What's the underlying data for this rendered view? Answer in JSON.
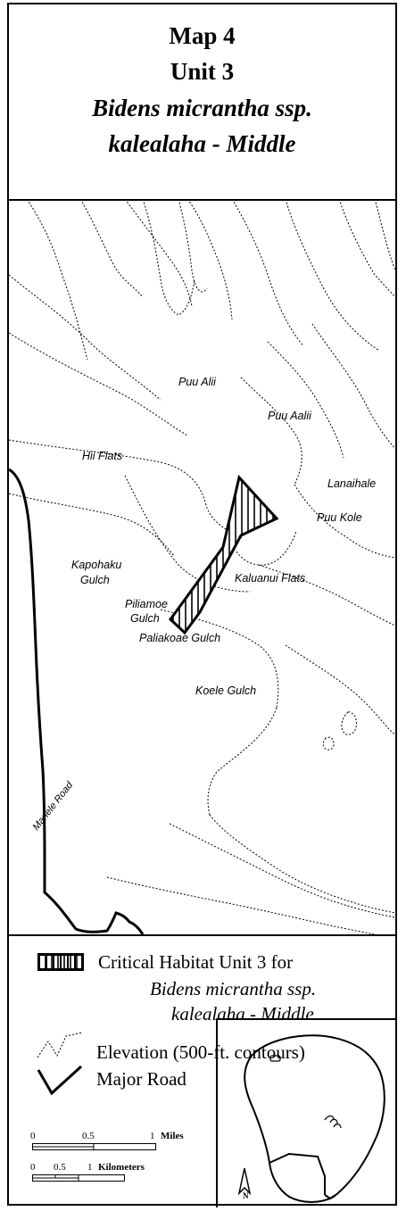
{
  "title": {
    "line1": "Map 4",
    "line2": "Unit 3",
    "line3": "Bidens micrantha ssp.",
    "line4": "kalealaha - Middle"
  },
  "places": {
    "puu_alii": "Puu Alii",
    "puu_aalii": "Puu Aalii",
    "hii_flats": "Hii Flats",
    "lanaihale": "Lanaihale",
    "puu_kole": "Puu Kole",
    "kapohaku_1": "Kapohaku",
    "kapohaku_2": "Gulch",
    "kaluanui_flats": "Kaluanui Flats",
    "piliamoe_1": "Piliamoe",
    "piliamoe_2": "Gulch",
    "paliakoae": "Paliakoae Gulch",
    "koele": "Koele Gulch",
    "manele_road": "Manele Road"
  },
  "legend": {
    "habitat_line1": "Critical Habitat Unit 3 for",
    "habitat_line2": "Bidens micrantha ssp.",
    "habitat_line3": "kalealaha - Middle",
    "elevation": "Elevation (500-ft. contours)",
    "road": "Major Road"
  },
  "scale": {
    "miles_ticks": [
      "0",
      "0.5",
      "1"
    ],
    "miles_unit": "Miles",
    "km_ticks": [
      "0",
      "0.5",
      "1"
    ],
    "km_unit": "Kilometers"
  },
  "inset": {
    "north_label": "N"
  }
}
